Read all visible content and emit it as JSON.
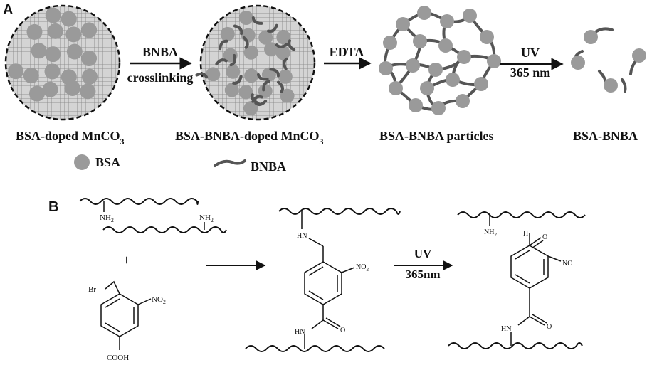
{
  "panel_a": {
    "letter": "A",
    "step1": {
      "reagent": "BNBA",
      "note": "crosslinking"
    },
    "step2": {
      "reagent": "EDTA"
    },
    "step3": {
      "reagent": "UV",
      "note": "365 nm"
    },
    "labels": {
      "c1_main": "BSA-doped MnCO",
      "c1_sub": "3",
      "c2_main": "BSA-BNBA-doped MnCO",
      "c2_sub": "3",
      "c3": "BSA-BNBA particles",
      "c4": "BSA-BNBA"
    },
    "legend": {
      "bsa": "BSA",
      "bnba": "BNBA"
    },
    "colors": {
      "sphere": "#9a9a9a",
      "linker": "#555555",
      "grid": "#7f7f7f"
    }
  },
  "panel_b": {
    "letter": "B",
    "plus": "+",
    "uv": "UV",
    "uv_note": "365nm",
    "chem": {
      "nh2": "NH",
      "nh2_sub": "2",
      "br": "Br",
      "no2": "NO",
      "no2_sub": "2",
      "cooh": "COOH",
      "hn": "HN",
      "o": "O",
      "h": "H",
      "no": "NO"
    }
  }
}
